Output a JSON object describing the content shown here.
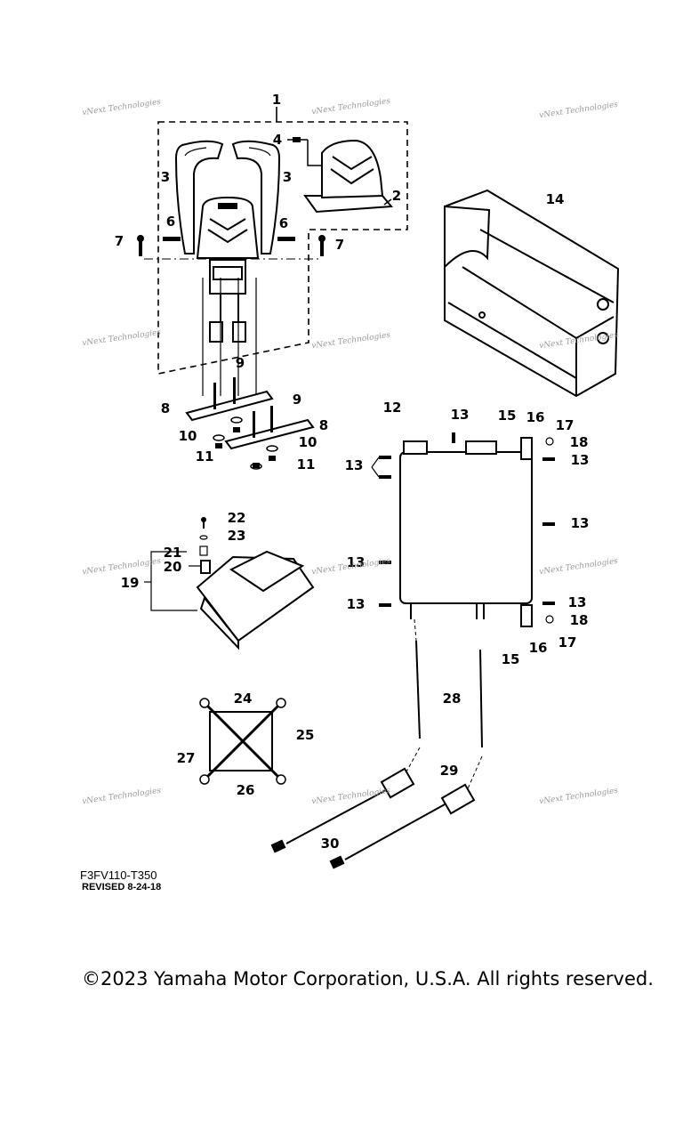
{
  "diagram": {
    "code": "F3FV110-T350",
    "revised": "REVISED 8-24-18",
    "copyright": "©2023 Yamaha Motor Corporation, U.S.A. All rights reserved.",
    "watermark": "vNext Technologies",
    "callouts": {
      "c1": "1",
      "c2": "2",
      "c3": "3",
      "c4": "4",
      "c6": "6",
      "c7": "7",
      "c8": "8",
      "c9": "9",
      "c10": "10",
      "c11": "11",
      "c12": "12",
      "c13": "13",
      "c14": "14",
      "c15": "15",
      "c16": "16",
      "c17": "17",
      "c18": "18",
      "c19": "19",
      "c20": "20",
      "c21": "21",
      "c22": "22",
      "c23": "23",
      "c24": "24",
      "c25": "25",
      "c26": "26",
      "c27": "27",
      "c28": "28",
      "c29": "29",
      "c30": "30"
    }
  }
}
